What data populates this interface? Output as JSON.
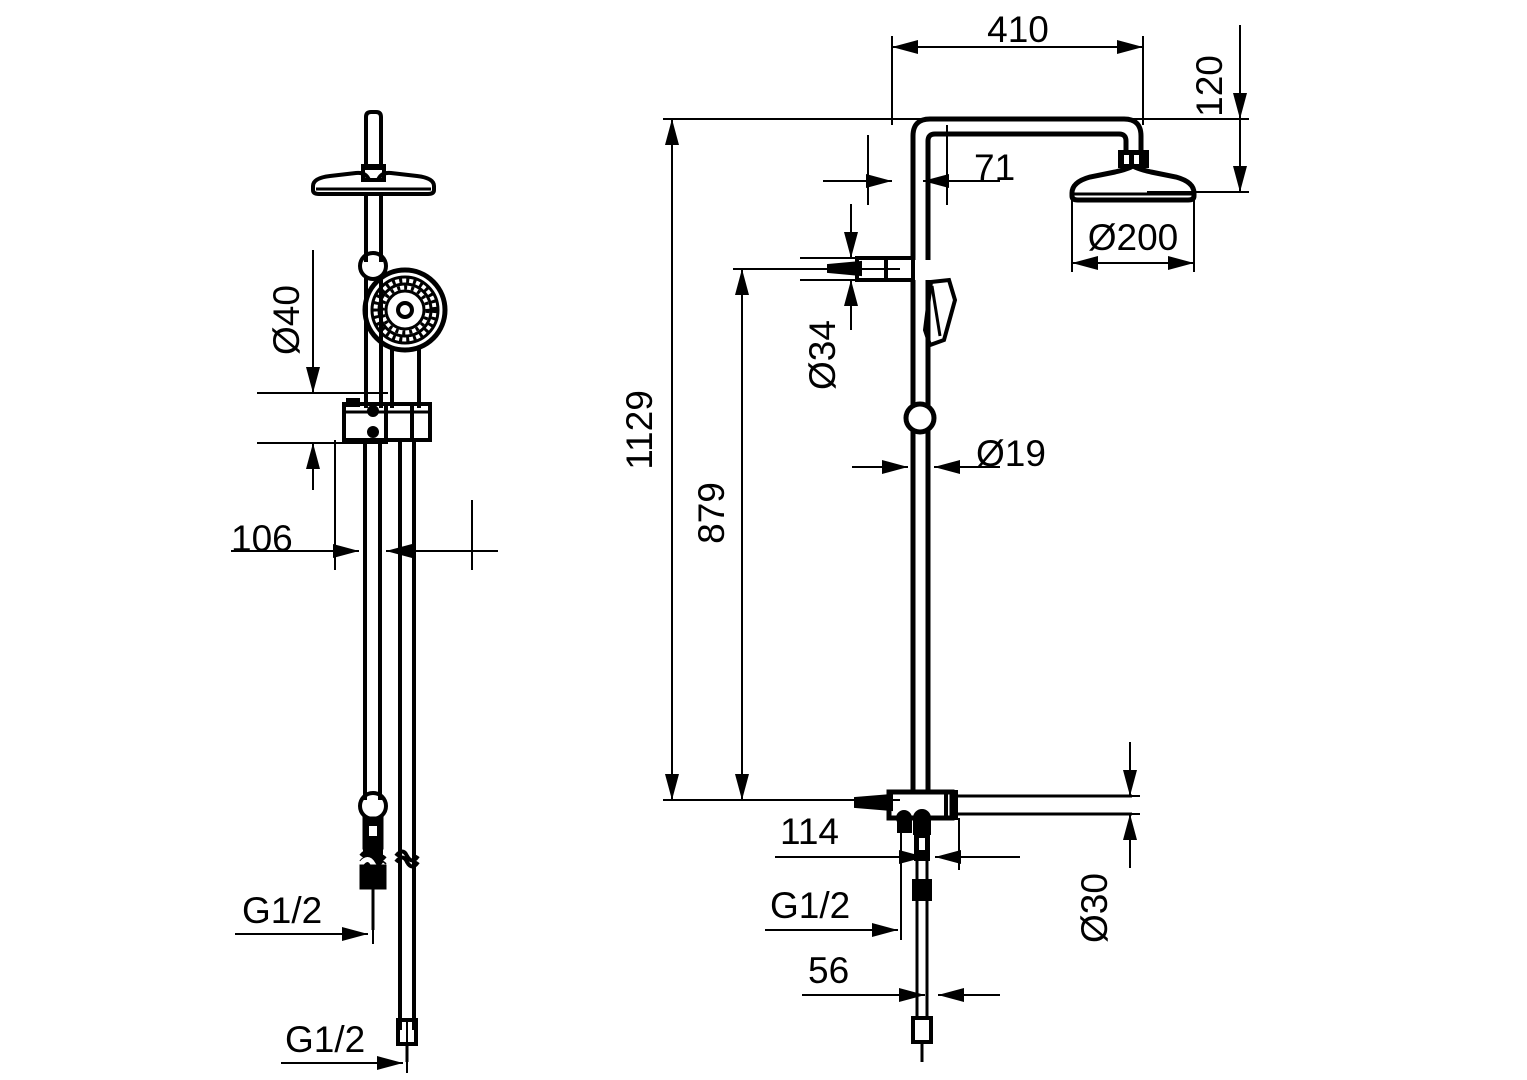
{
  "document": {
    "type": "technical-dimension-drawing",
    "subject": "Shower column system with rain head, hand shower and thermostatic mixer",
    "units": "mm",
    "background_color": "#ffffff",
    "line_color": "#000000",
    "views": [
      {
        "id": "front-view",
        "position": "left",
        "label": ""
      },
      {
        "id": "side-view",
        "position": "right",
        "label": ""
      }
    ]
  },
  "dimensions": {
    "front_view": [
      {
        "id": "dia40",
        "text": "Ø40",
        "value": 40,
        "kind": "diameter",
        "orientation": "vertical",
        "rotated": true
      },
      {
        "id": "width106",
        "text": "106",
        "value": 106,
        "kind": "linear",
        "orientation": "horizontal",
        "rotated": false
      },
      {
        "id": "thread-top",
        "text": "G1/2",
        "value": null,
        "kind": "thread",
        "orientation": "horizontal",
        "rotated": false
      },
      {
        "id": "thread-bot",
        "text": "G1/2",
        "value": null,
        "kind": "thread",
        "orientation": "horizontal",
        "rotated": false
      }
    ],
    "side_view": [
      {
        "id": "reach410",
        "text": "410",
        "value": 410,
        "kind": "linear",
        "orientation": "horizontal",
        "rotated": false
      },
      {
        "id": "drop120",
        "text": "120",
        "value": 120,
        "kind": "linear",
        "orientation": "vertical",
        "rotated": true
      },
      {
        "id": "offset71",
        "text": "71",
        "value": 71,
        "kind": "linear",
        "orientation": "horizontal",
        "rotated": false
      },
      {
        "id": "head-dia200",
        "text": "Ø200",
        "value": 200,
        "kind": "diameter",
        "orientation": "horizontal",
        "rotated": false
      },
      {
        "id": "dia34",
        "text": "Ø34",
        "value": 34,
        "kind": "diameter",
        "orientation": "vertical",
        "rotated": true
      },
      {
        "id": "dia19",
        "text": "Ø19",
        "value": 19,
        "kind": "diameter",
        "orientation": "horizontal",
        "rotated": false
      },
      {
        "id": "height1129",
        "text": "1129",
        "value": 1129,
        "kind": "linear",
        "orientation": "vertical",
        "rotated": true
      },
      {
        "id": "height879",
        "text": "879",
        "value": 879,
        "kind": "linear",
        "orientation": "vertical",
        "rotated": true
      },
      {
        "id": "width114",
        "text": "114",
        "value": 114,
        "kind": "linear",
        "orientation": "horizontal",
        "rotated": false
      },
      {
        "id": "thread-g12",
        "text": "G1/2",
        "value": null,
        "kind": "thread",
        "orientation": "horizontal",
        "rotated": false
      },
      {
        "id": "width56",
        "text": "56",
        "value": 56,
        "kind": "linear",
        "orientation": "horizontal",
        "rotated": false
      },
      {
        "id": "dia30",
        "text": "Ø30",
        "value": 30,
        "kind": "diameter",
        "orientation": "vertical",
        "rotated": true
      }
    ]
  },
  "labels": {
    "dia40": "Ø40",
    "w106": "106",
    "g12_front_upper": "G1/2",
    "g12_front_lower": "G1/2",
    "reach410": "410",
    "drop120": "120",
    "offset71": "71",
    "dia200": "Ø200",
    "dia34": "Ø34",
    "dia19": "Ø19",
    "h1129": "1129",
    "h879": "879",
    "w114": "114",
    "g12_side": "G1/2",
    "w56": "56",
    "dia30": "Ø30"
  },
  "components": [
    {
      "name": "rain-shower-head",
      "diameter_mm": 200,
      "height_mm": 120
    },
    {
      "name": "shower-arm",
      "reach_mm": 410
    },
    {
      "name": "riser-pipe",
      "diameter_mm": 19
    },
    {
      "name": "hand-shower",
      "diameter_mm": 40
    },
    {
      "name": "hand-shower-holder"
    },
    {
      "name": "diverter-valve",
      "diameter_mm": 34
    },
    {
      "name": "thermostatic-mixer",
      "diameter_mm": 30
    },
    {
      "name": "shower-hose"
    },
    {
      "name": "supply-connection",
      "thread": "G1/2"
    }
  ]
}
